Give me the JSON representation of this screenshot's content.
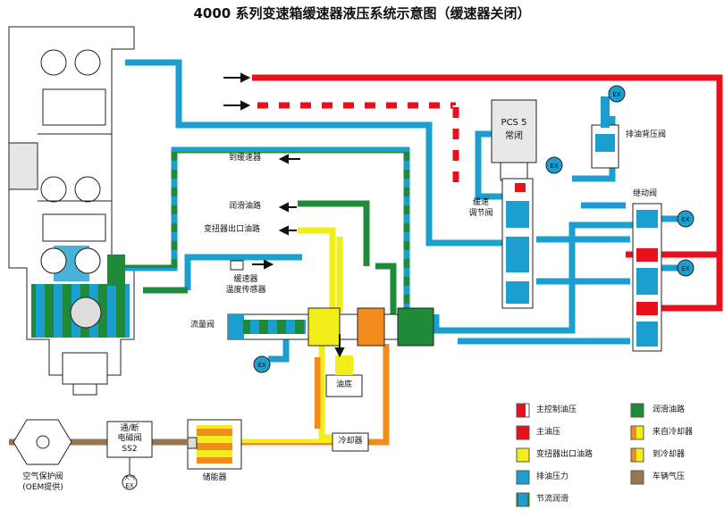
{
  "title": "4000 系列变速箱缓速器液压系统示意图（缓速器关闭）",
  "labels": {
    "pcs5_line1": "PCS 5",
    "pcs5_line2": "常闭",
    "ex": "EX",
    "exhaust_backpressure_valve": "排油背压阀",
    "retarder_control_valve_1": "缓速",
    "retarder_control_valve_2": "调节阀",
    "relay_valve": "继动阀",
    "to_retarder": "到缓速器",
    "lube_circuit": "润滑油路",
    "converter_out_circuit": "变扭器出口油路",
    "retarder_temp_sensor_1": "缓速器",
    "retarder_temp_sensor_2": "温度传感器",
    "flow_valve": "流量阀",
    "sump": "油底",
    "cooler": "冷却器",
    "accumulator": "储能器",
    "solenoid_1": "通/断",
    "solenoid_2": "电磁阀",
    "solenoid_3": "SS2",
    "air_ex_1": "大气",
    "air_ex_2": "EX",
    "air_protect_1": "空气保护阀",
    "air_protect_2": "(OEM提供)"
  },
  "legend": [
    {
      "label": "主控制油压",
      "swatch": "red-white"
    },
    {
      "label": "主油压",
      "swatch": "red"
    },
    {
      "label": "变扭器出口油路",
      "swatch": "yellow"
    },
    {
      "label": "排油压力",
      "swatch": "blue"
    },
    {
      "label": "节流润滑",
      "swatch": "blue-green"
    },
    {
      "label": "润滑油路",
      "swatch": "green"
    },
    {
      "label": "来自冷却器",
      "swatch": "orange-yellow"
    },
    {
      "label": "到冷却器",
      "swatch": "orange"
    },
    {
      "label": "车辆气压",
      "swatch": "brown"
    }
  ],
  "colors": {
    "red": "#e8101a",
    "blue": "#1a9fd0",
    "green": "#1f8a3a",
    "yellow": "#f2ee1a",
    "orange": "#f28c1c",
    "brown": "#9a7552",
    "grey": "#d8d8d8",
    "dark": "#222222"
  }
}
